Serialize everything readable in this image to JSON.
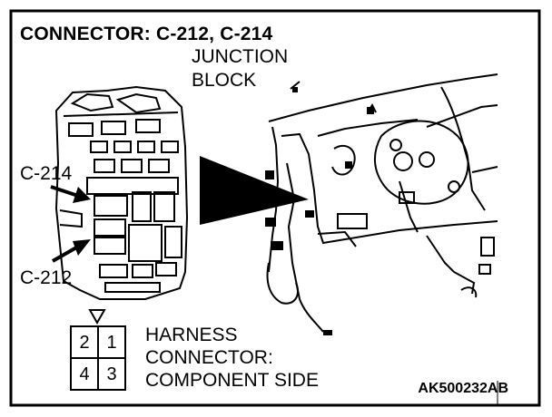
{
  "title": "CONNECTOR: C-212, C-214",
  "junction_block_label": [
    "JUNCTION",
    "BLOCK"
  ],
  "callouts": {
    "upper": "C-214",
    "lower": "C-212"
  },
  "connector_pins": {
    "top_left": "2",
    "top_right": "1",
    "bottom_left": "4",
    "bottom_right": "3"
  },
  "harness_label": [
    "HARNESS",
    "CONNECTOR:",
    "COMPONENT SIDE"
  ],
  "figure_code": "AK500232AB"
}
